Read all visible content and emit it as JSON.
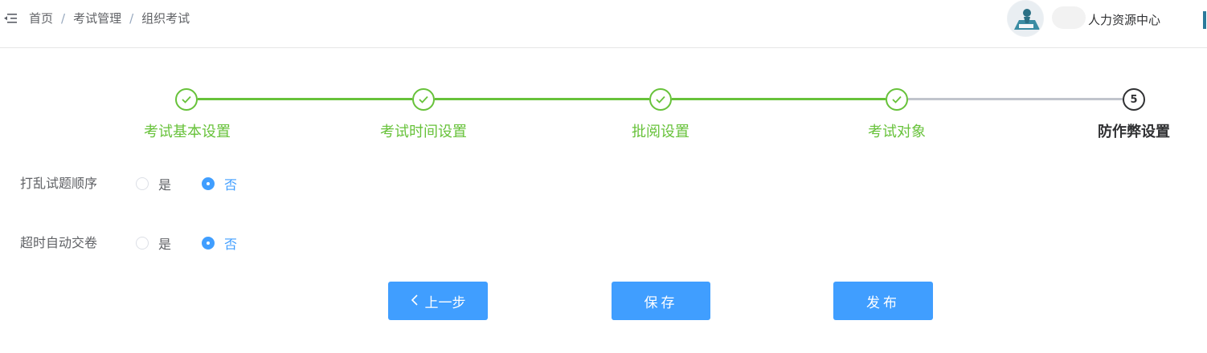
{
  "header": {
    "breadcrumb": [
      "首页",
      "考试管理",
      "组织考试"
    ],
    "separator": "/",
    "user_name": "人力资源中心"
  },
  "steps": [
    {
      "title": "考试基本设置",
      "status": "done"
    },
    {
      "title": "考试时间设置",
      "status": "done"
    },
    {
      "title": "批阅设置",
      "status": "done"
    },
    {
      "title": "考试对象",
      "status": "done"
    },
    {
      "title": "防作弊设置",
      "status": "current",
      "number": "5"
    }
  ],
  "form": {
    "shuffle": {
      "label": "打乱试题顺序",
      "yes": "是",
      "no": "否",
      "selected": "no"
    },
    "auto_submit": {
      "label": "超时自动交卷",
      "yes": "是",
      "no": "否",
      "selected": "no"
    }
  },
  "buttons": {
    "prev": "上一步",
    "save": "保存",
    "publish": "发布"
  },
  "colors": {
    "success": "#67c23a",
    "primary": "#409eff",
    "pending": "#c0c4cc"
  }
}
